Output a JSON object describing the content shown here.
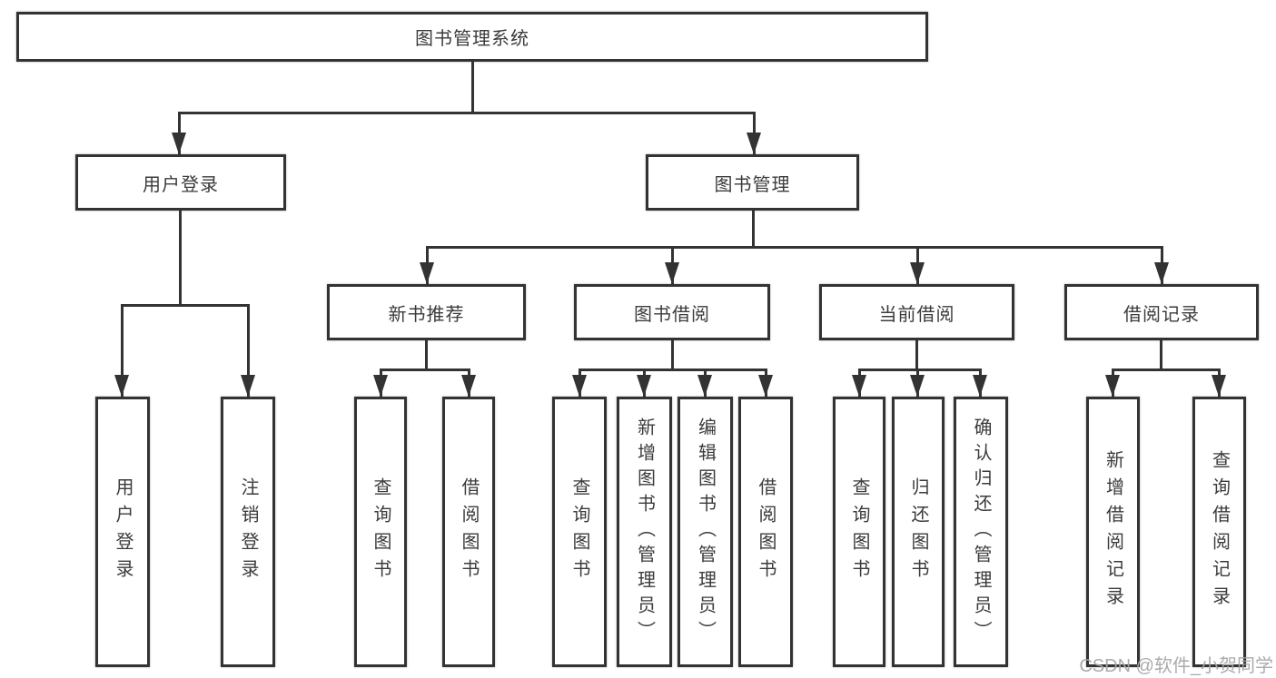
{
  "diagram": {
    "root": {
      "label": "图书管理系统"
    },
    "level2": [
      {
        "id": "user-login",
        "label": "用户登录"
      },
      {
        "id": "book-management",
        "label": "图书管理"
      }
    ],
    "level3": [
      {
        "id": "new-book-recommend",
        "label": "新书推荐"
      },
      {
        "id": "book-borrowing",
        "label": "图书借阅"
      },
      {
        "id": "current-borrowing",
        "label": "当前借阅"
      },
      {
        "id": "borrowing-records",
        "label": "借阅记录"
      }
    ],
    "leaves": {
      "user_login": [
        "用户登录",
        "注销登录"
      ],
      "new_book_recommend": [
        "查询图书",
        "借阅图书"
      ],
      "book_borrowing": [
        "查询图书",
        "新增图书（管理员）",
        "编辑图书（管理员）",
        "借阅图书"
      ],
      "current_borrowing": [
        "查询图书",
        "归还图书",
        "确认归还（管理员）"
      ],
      "borrowing_records": [
        "新增借阅记录",
        "查询借阅记录"
      ]
    },
    "colors": {
      "line": "#333333",
      "border": "#333333",
      "text": "#3b3b3b",
      "background": "#ffffff",
      "watermark": "#a6a6a6"
    }
  },
  "watermark": {
    "text": "CSDN @软件_小贺同学"
  }
}
